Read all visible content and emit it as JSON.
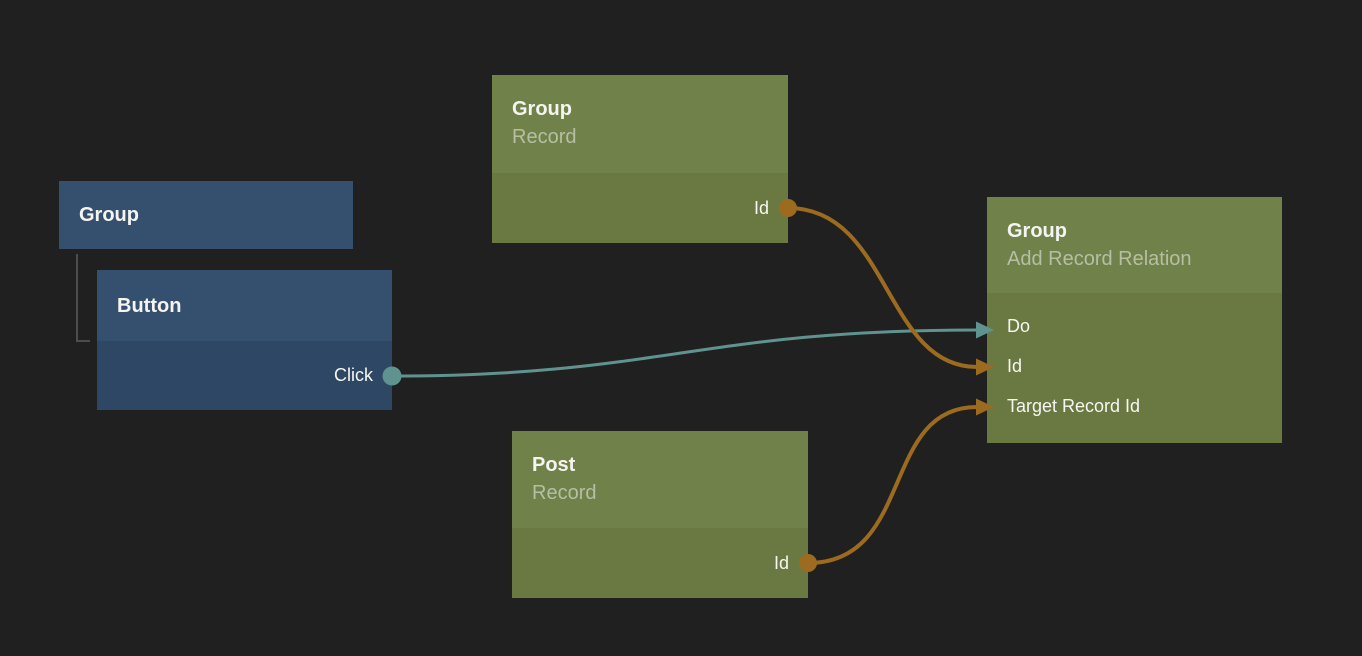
{
  "editor": {
    "background": "#202020"
  },
  "colors": {
    "node_blue_header": "#35506e",
    "node_blue_body": "#2e4764",
    "node_green_header": "#71814a",
    "node_green_body": "#697941",
    "title_text": "#f4f4f0",
    "subtitle_text": "#b6bfa4",
    "port_label_text": "#f6f6f2",
    "link_teal": "#5f9390",
    "link_orange": "#9c6b1f",
    "tree_line": "#4d4d4d"
  },
  "nodes": {
    "group_container": {
      "title": "Group"
    },
    "button": {
      "title": "Button",
      "outputs": [
        {
          "label": "Click"
        }
      ]
    },
    "group_record": {
      "title": "Group",
      "subtitle": "Record",
      "outputs": [
        {
          "label": "Id"
        }
      ]
    },
    "post_record": {
      "title": "Post",
      "subtitle": "Record",
      "outputs": [
        {
          "label": "Id"
        }
      ]
    },
    "add_record_relation": {
      "title": "Group",
      "subtitle": "Add Record Relation",
      "inputs": [
        {
          "label": "Do"
        },
        {
          "label": "Id"
        },
        {
          "label": "Target Record Id"
        }
      ]
    }
  },
  "links": [
    {
      "from": "Button.Click",
      "to": "Group (Add Record Relation).Do",
      "color": "#5f9390"
    },
    {
      "from": "Group (Record).Id",
      "to": "Group (Add Record Relation).Id",
      "color": "#9c6b1f"
    },
    {
      "from": "Post (Record).Id",
      "to": "Group (Add Record Relation).Target Record Id",
      "color": "#9c6b1f"
    }
  ]
}
